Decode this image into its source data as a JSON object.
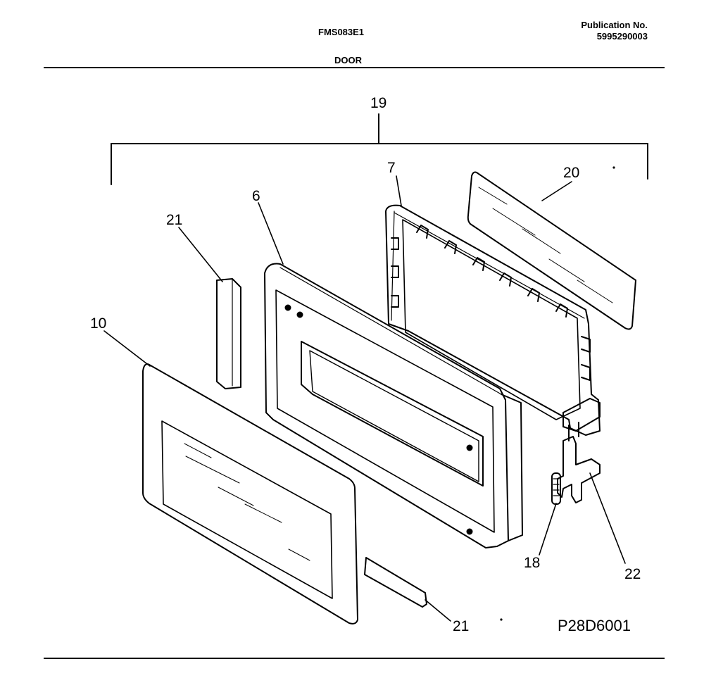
{
  "header": {
    "model": "FMS083E1",
    "section": "DOOR",
    "publication_label": "Publication No.",
    "publication_number": "5995290003"
  },
  "diagram": {
    "figure_code": "P28D6001",
    "callouts": {
      "c19": "19",
      "c7": "7",
      "c20": "20",
      "c6": "6",
      "c21a": "21",
      "c10": "10",
      "c22": "22",
      "c18": "18",
      "c21b": "21"
    }
  }
}
